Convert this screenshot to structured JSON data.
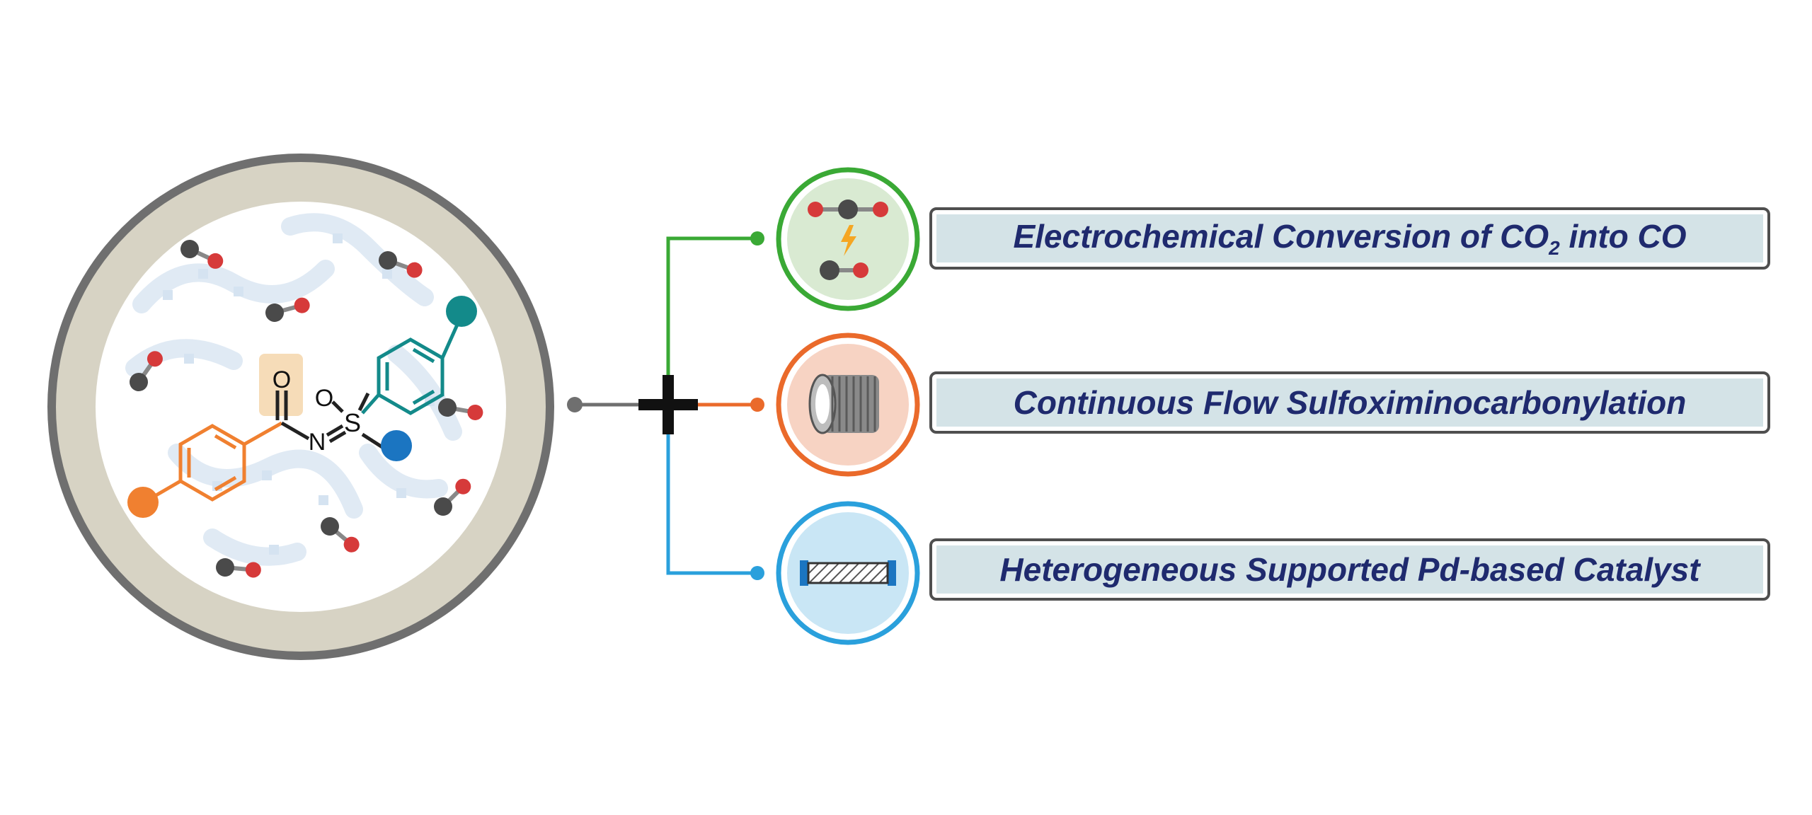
{
  "molecule_atoms": {
    "oxygen_carbonyl": "O",
    "oxygen_sulfonyl": "O",
    "nitrogen": "N",
    "sulfur": "S"
  },
  "features": [
    {
      "text_main": "Electrochemical Conversion of CO",
      "text_sub": "2",
      "text_end": " into CO",
      "branch_color": "#3aa935",
      "icon_bg": "#d9ead2",
      "icon": "co2-electroreduction-icon"
    },
    {
      "text_main": "Continuous Flow Sulfoximinocarbonylation",
      "text_sub": "",
      "text_end": "",
      "branch_color": "#ea6a2b",
      "icon_bg": "#f7d3c3",
      "icon": "coil-reactor-icon"
    },
    {
      "text_main": "Heterogeneous Supported Pd-based Catalyst",
      "text_sub": "",
      "text_end": "",
      "branch_color": "#2aa0dc",
      "icon_bg": "#c9e6f5",
      "icon": "packed-bed-cartridge-icon"
    }
  ],
  "colors": {
    "ring_outer": "#6f6f6f",
    "ring_fill": "#d7d3c4",
    "aryl_orange": "#f08030",
    "aryl_teal": "#138a8a",
    "substituent_blue": "#1b75c1",
    "label_text": "#1f2a6e",
    "label_bg": "#d4e3e7",
    "carbon": "#4a4a4a",
    "oxygen": "#d63a3a"
  }
}
